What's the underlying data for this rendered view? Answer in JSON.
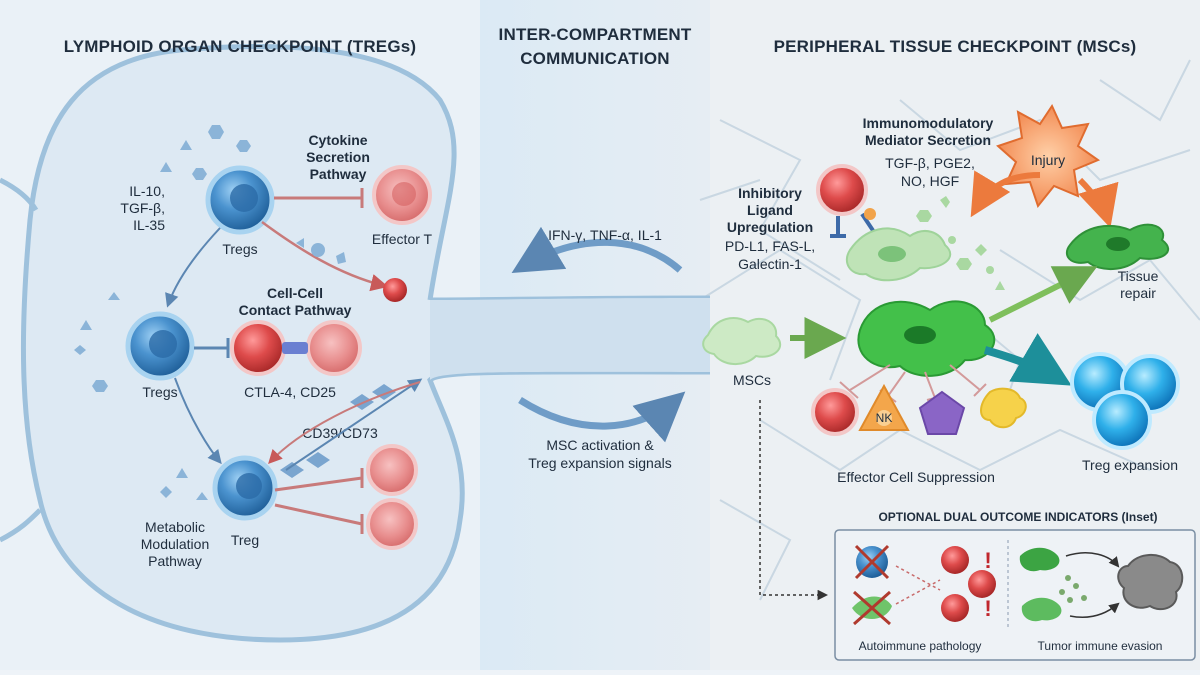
{
  "headers": {
    "left": "LYMPHOID ORGAN CHECKPOINT (TREGs)",
    "middle_line1": "INTER-COMPARTMENT",
    "middle_line2": "COMMUNICATION",
    "right": "PERIPHERAL TISSUE CHECKPOINT (MSCs)"
  },
  "lymphoid": {
    "cytokine_pathway": [
      "Cytokine",
      "Secretion",
      "Pathway"
    ],
    "cytokines": [
      "IL-10,",
      "TGF-β,",
      "IL-35"
    ],
    "tregs_top": "Tregs",
    "effector_t": "Effector T",
    "contact_pathway": [
      "Cell-Cell",
      "Contact Pathway"
    ],
    "tregs_mid": "Tregs",
    "contact_molecules": "CTLA-4, CD25",
    "cd39": "CD39/CD73",
    "treg_bottom": "Treg",
    "metabolic_pathway": [
      "Metabolic",
      "Modulation",
      "Pathway"
    ]
  },
  "communication": {
    "cytokines_to_msc": "IFN-γ, TNF-α, IL-1",
    "signals": [
      "MSC activation &",
      "Treg expansion signals"
    ]
  },
  "peripheral": {
    "mediator": [
      "Immunomodulatory",
      "Mediator Secretion"
    ],
    "mediators": [
      "TGF-β, PGE2,",
      "NO, HGF"
    ],
    "inhibitory": [
      "Inhibitory",
      "Ligand",
      "Upregulation"
    ],
    "ligands": [
      "PD-L1, FAS-L,",
      "Galectin-1"
    ],
    "injury": "Injury",
    "tissue_repair": [
      "Tissue",
      "repair"
    ],
    "mscs": "MSCs",
    "nk": "NK",
    "suppression": "Effector Cell Suppression",
    "treg_expansion": "Treg expansion"
  },
  "inset": {
    "title": "OPTIONAL DUAL OUTCOME INDICATORS (Inset)",
    "left": "Autoimmune pathology",
    "right": "Tumor immune evasion",
    "mark": "!"
  },
  "colors": {
    "treg_blue": "#3f86c4",
    "effector_red": "#d84848",
    "msc_green": "#3fb44a",
    "treg_bright": "#2aa9e8",
    "injury_orange": "#f08a4b"
  }
}
